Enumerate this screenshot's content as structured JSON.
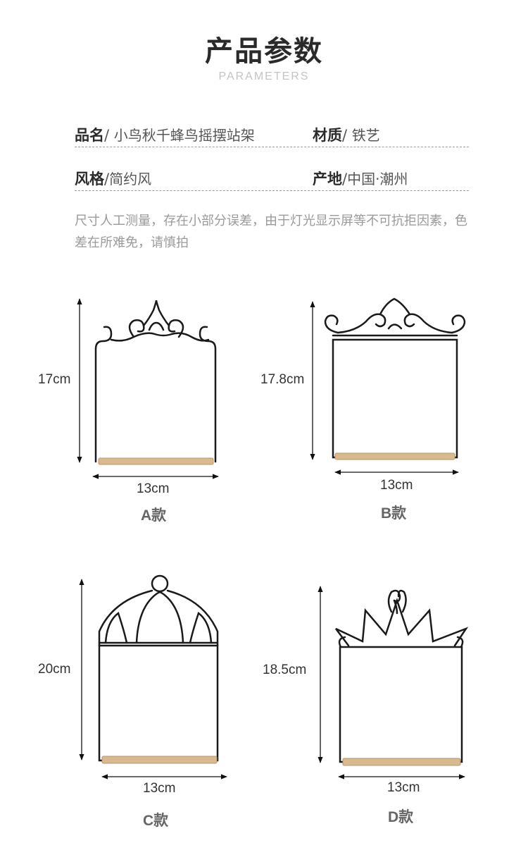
{
  "header": {
    "title": "产品参数",
    "subtitle": "PARAMETERS"
  },
  "params": {
    "name_label": "品名",
    "name_value": "小鸟秋千蜂鸟摇摆站架",
    "material_label": "材质",
    "material_value": "铁艺",
    "style_label": "风格",
    "style_value": "简约风",
    "origin_label": "产地",
    "origin_value": "中国·潮州",
    "separator": "/"
  },
  "note": "尺寸人工测量，存在小部分误差，由于灯光显示屏等不可抗拒因素，色差在所难免，请慎拍",
  "products": [
    {
      "label": "A款",
      "height": "17cm",
      "width": "13cm"
    },
    {
      "label": "B款",
      "height": "17.8cm",
      "width": "13cm"
    },
    {
      "label": "C款",
      "height": "20cm",
      "width": "13cm"
    },
    {
      "label": "D款",
      "height": "18.5cm",
      "width": "13cm"
    }
  ],
  "colors": {
    "wire": "#1a1a1a",
    "wood": "#d9b98e",
    "text_dark": "#2a2a2a",
    "text_muted": "#9a9a9a"
  }
}
